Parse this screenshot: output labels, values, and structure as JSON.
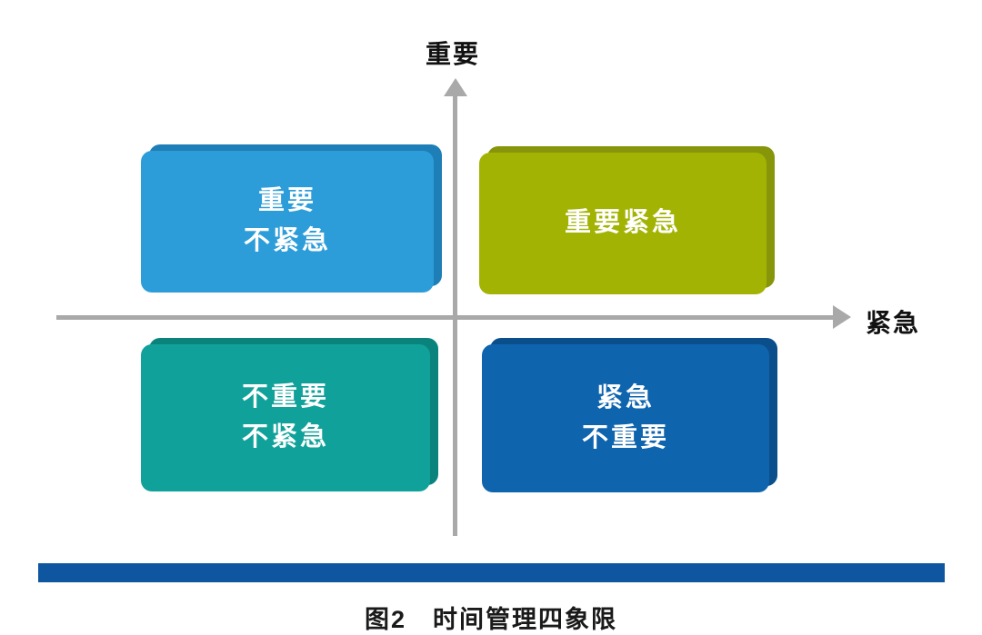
{
  "figure": {
    "caption": "图2　时间管理四象限",
    "bottom_bar_color": "#0e56a0",
    "background_color": "#ffffff"
  },
  "axes": {
    "y_label": "重要",
    "x_label": "紧急",
    "color": "#a9a9a9"
  },
  "quadrants": [
    {
      "name": "important-not-urgent",
      "position": "top-left",
      "lines": [
        "重要",
        "不紧急"
      ],
      "color": "#2d9dd9",
      "shadow_color": "#1e7eb7",
      "text_color": "#ffffff"
    },
    {
      "name": "important-urgent",
      "position": "top-right",
      "lines": [
        "重要紧急"
      ],
      "color": "#a3b303",
      "shadow_color": "#86950a",
      "text_color": "#ffffff"
    },
    {
      "name": "not-important-not-urgent",
      "position": "bottom-left",
      "lines": [
        "不重要",
        "不紧急"
      ],
      "color": "#10a29a",
      "shadow_color": "#0b837d",
      "text_color": "#ffffff"
    },
    {
      "name": "urgent-not-important",
      "position": "bottom-right",
      "lines": [
        "紧急",
        "不重要"
      ],
      "color": "#0f64ae",
      "shadow_color": "#0a4e8c",
      "text_color": "#ffffff"
    }
  ]
}
